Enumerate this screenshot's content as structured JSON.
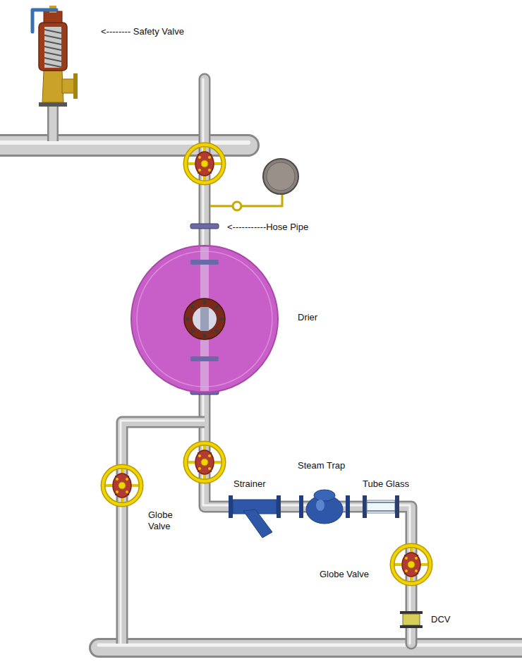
{
  "diagram": {
    "labels": [
      "<-------- Safety Valve",
      "<-----------Hose Pipe",
      "Drier",
      "Strainer",
      "Steam Trap",
      "Tube Glass",
      "Globe Valve",
      "Globe Valve",
      "DCV"
    ]
  }
}
